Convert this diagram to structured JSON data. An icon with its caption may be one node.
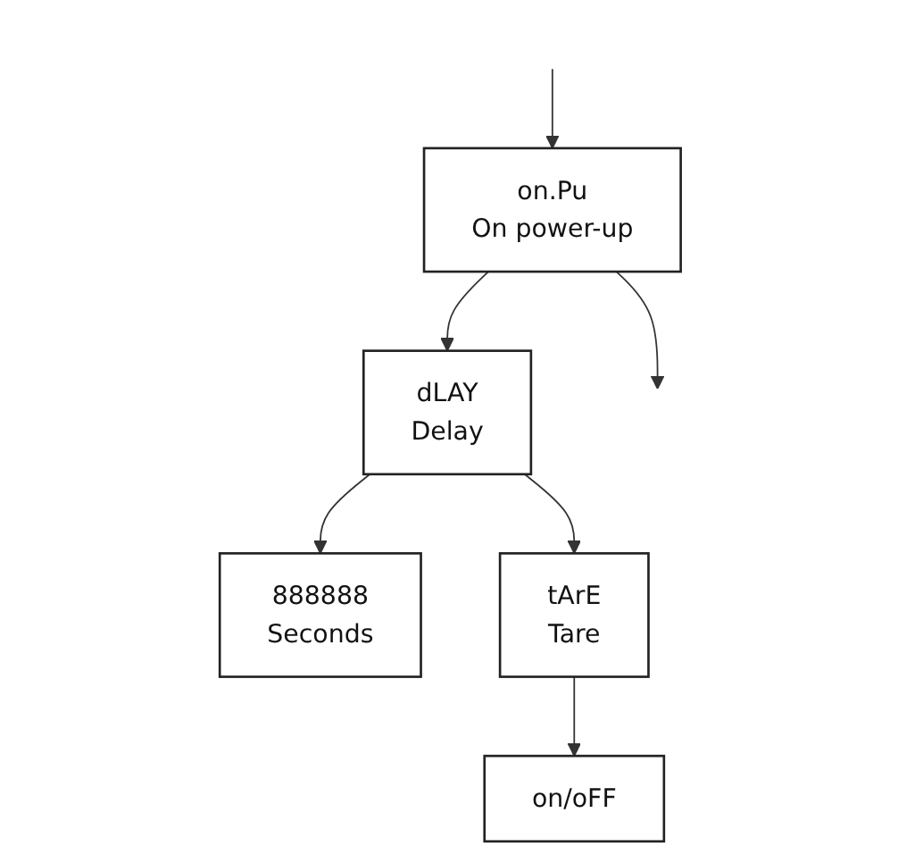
{
  "diagram": {
    "nodes": [
      {
        "text": [
          "on.Pu",
          "On power-up"
        ]
      },
      {
        "text": [
          "dLAY",
          "Delay"
        ]
      },
      {
        "text": [
          "888888",
          "Seconds"
        ]
      },
      {
        "text": [
          "tArE",
          "Tare"
        ]
      },
      {
        "text": [
          "on/oFF"
        ]
      }
    ],
    "edges": [
      {
        "from": null,
        "to": 0,
        "arrow": "to"
      },
      {
        "from": 0,
        "to": 1,
        "arrow": "to"
      },
      {
        "from": 1,
        "to": 2,
        "arrow": "to"
      },
      {
        "from": 1,
        "to": 3,
        "arrow": "to"
      },
      {
        "from": 3,
        "to": 4,
        "arrow": "to"
      },
      {
        "from": 0,
        "to": null,
        "arrow": "to"
      }
    ]
  }
}
